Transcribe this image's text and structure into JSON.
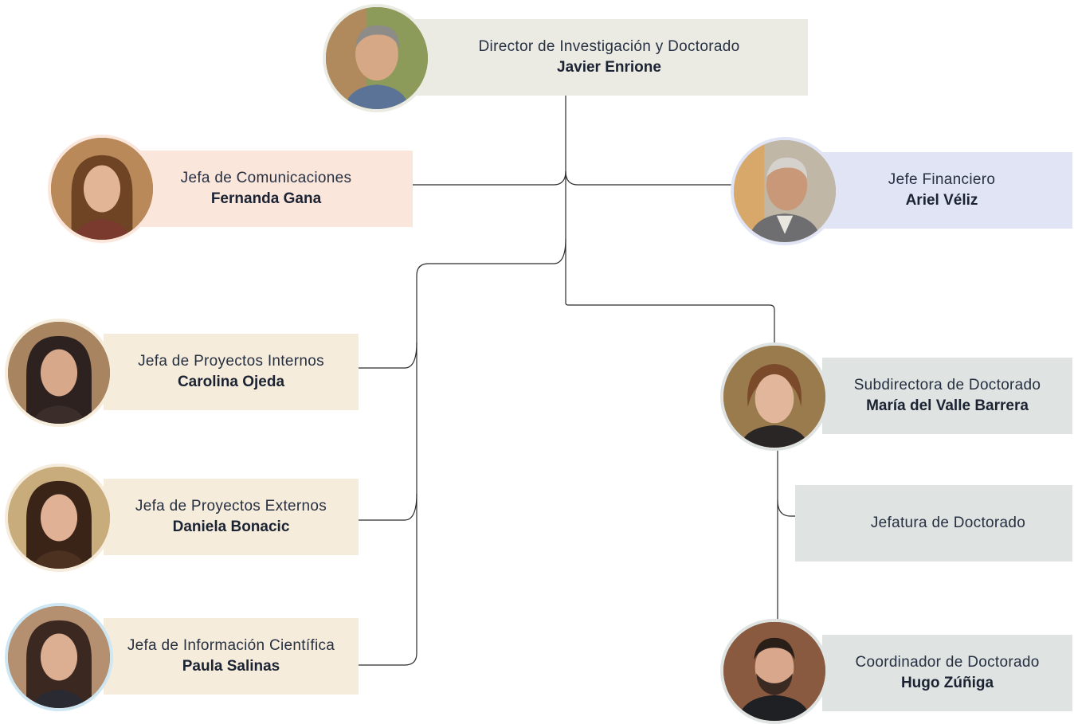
{
  "colors": {
    "director": "#ebebe4",
    "comunicaciones": "#fbe6dc",
    "financiero": "#e1e4f4",
    "proyectos": "#f5ecdc",
    "doctorado": "#dfe3e2",
    "line": "#2b2b2b"
  },
  "nodes": {
    "director": {
      "title": "Director de Investigación y Doctorado",
      "name": "Javier Enrione"
    },
    "comunicaciones": {
      "title": "Jefa de Comunicaciones",
      "name": "Fernanda Gana"
    },
    "financiero": {
      "title": "Jefe Financiero",
      "name": "Ariel Véliz"
    },
    "proyectos_internos": {
      "title": "Jefa de Proyectos Internos",
      "name": "Carolina Ojeda"
    },
    "proyectos_externos": {
      "title": "Jefa de Proyectos Externos",
      "name": "Daniela Bonacic"
    },
    "informacion_cientifica": {
      "title": "Jefa de Información Científica",
      "name": "Paula Salinas"
    },
    "subdirectora": {
      "title": "Subdirectora de Doctorado",
      "name": "María del Valle Barrera"
    },
    "jefatura": {
      "title": "Jefatura de Doctorado"
    },
    "coordinador": {
      "title": "Coordinador de Doctorado",
      "name": "Hugo Zúñiga"
    }
  }
}
